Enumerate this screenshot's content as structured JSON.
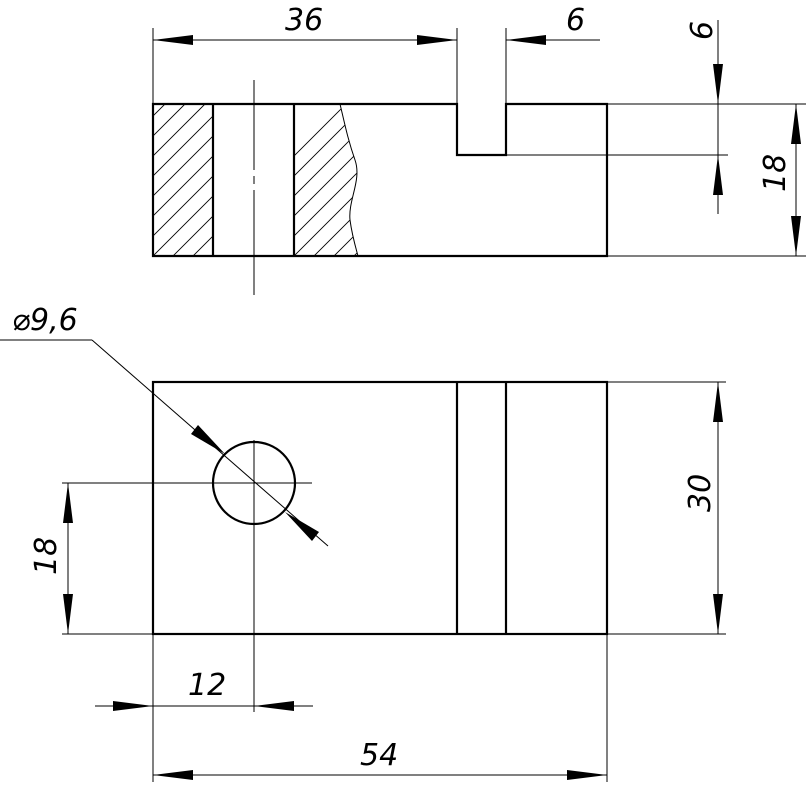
{
  "dimensions": {
    "top_width_36": "36",
    "slot_width_6": "6",
    "slot_depth_6": "6",
    "height_18": "18",
    "hole_diameter": "⌀9,6",
    "hole_offset_18": "18",
    "width_30": "30",
    "hole_offset_12": "12",
    "length_54": "54"
  }
}
